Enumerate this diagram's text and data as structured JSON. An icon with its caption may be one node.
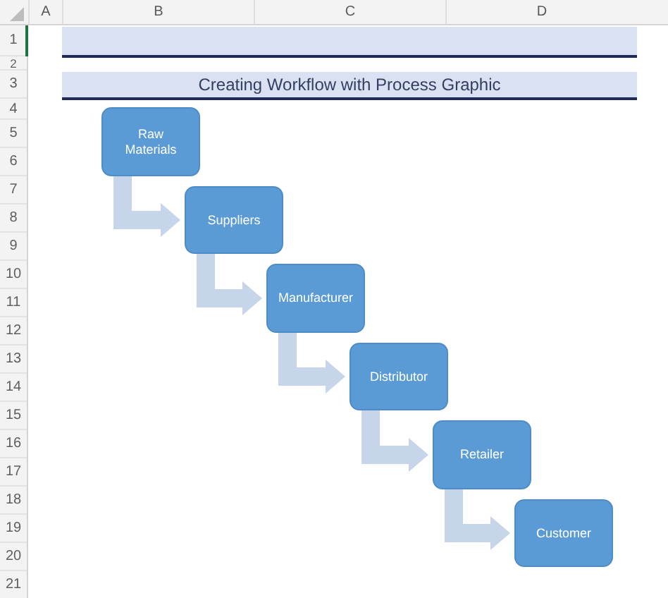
{
  "diagram": {
    "title": "Creating Workflow with Process Graphic",
    "nodes": [
      {
        "text": [
          "Raw Materials"
        ]
      },
      {
        "text": [
          "Suppliers"
        ]
      },
      {
        "text": [
          "Manufacturer"
        ]
      },
      {
        "text": [
          "Distributor"
        ]
      },
      {
        "text": [
          "Retailer"
        ]
      },
      {
        "text": [
          "Customer"
        ]
      }
    ],
    "edges": [
      {
        "from": 0,
        "to": 1,
        "arrow": "to"
      },
      {
        "from": 1,
        "to": 2,
        "arrow": "to"
      },
      {
        "from": 2,
        "to": 3,
        "arrow": "to"
      },
      {
        "from": 3,
        "to": 4,
        "arrow": "to"
      },
      {
        "from": 4,
        "to": 5,
        "arrow": "to"
      }
    ],
    "labels": [
      "A",
      "B",
      "C",
      "D",
      "1",
      "2",
      "3",
      "4",
      "5",
      "6",
      "7",
      "8",
      "9",
      "10",
      "11",
      "12",
      "13",
      "14",
      "15",
      "16",
      "17",
      "18",
      "19",
      "20",
      "21"
    ]
  }
}
